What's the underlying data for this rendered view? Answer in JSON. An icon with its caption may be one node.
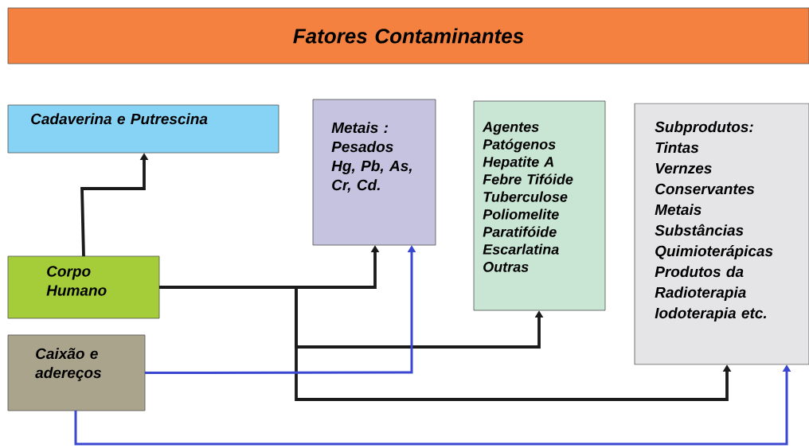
{
  "diagram": {
    "nodes": [
      {
        "text": [
          "Fatores Contaminantes"
        ]
      },
      {
        "text": [
          "Cadaverina e Putrescina"
        ]
      },
      {
        "text": [
          "Metais : Pesados",
          "Hg, Pb, As, Cr, Cd."
        ]
      },
      {
        "text": [
          "Agentes Patógenos",
          "Hepatite A",
          "Febre Tifóide",
          "Tuberculose",
          "Poliomelite",
          "Paratifóide",
          "Escarlatina",
          "Outras"
        ]
      },
      {
        "text": [
          "Subprodutos:",
          "Tintas",
          "Vernzes",
          "Conservantes",
          "Metais",
          "Substâncias Quimioterápicas",
          "Produtos da Radioterapia",
          "Iodoterapia etc."
        ]
      },
      {
        "text": [
          "Corpo Humano"
        ]
      },
      {
        "text": [
          "Caixão e adereços"
        ]
      }
    ],
    "edges": [
      {
        "from": 5,
        "to": 1,
        "arrow": "to"
      },
      {
        "from": 5,
        "to": 2,
        "arrow": "to"
      },
      {
        "from": 5,
        "to": 3,
        "arrow": "to"
      },
      {
        "from": 5,
        "to": 4,
        "arrow": "to"
      },
      {
        "from": 6,
        "to": 2,
        "arrow": "to",
        "color": "#3a47d0"
      },
      {
        "from": 6,
        "to": 4,
        "arrow": "to",
        "color": "#3a47d0"
      }
    ]
  }
}
